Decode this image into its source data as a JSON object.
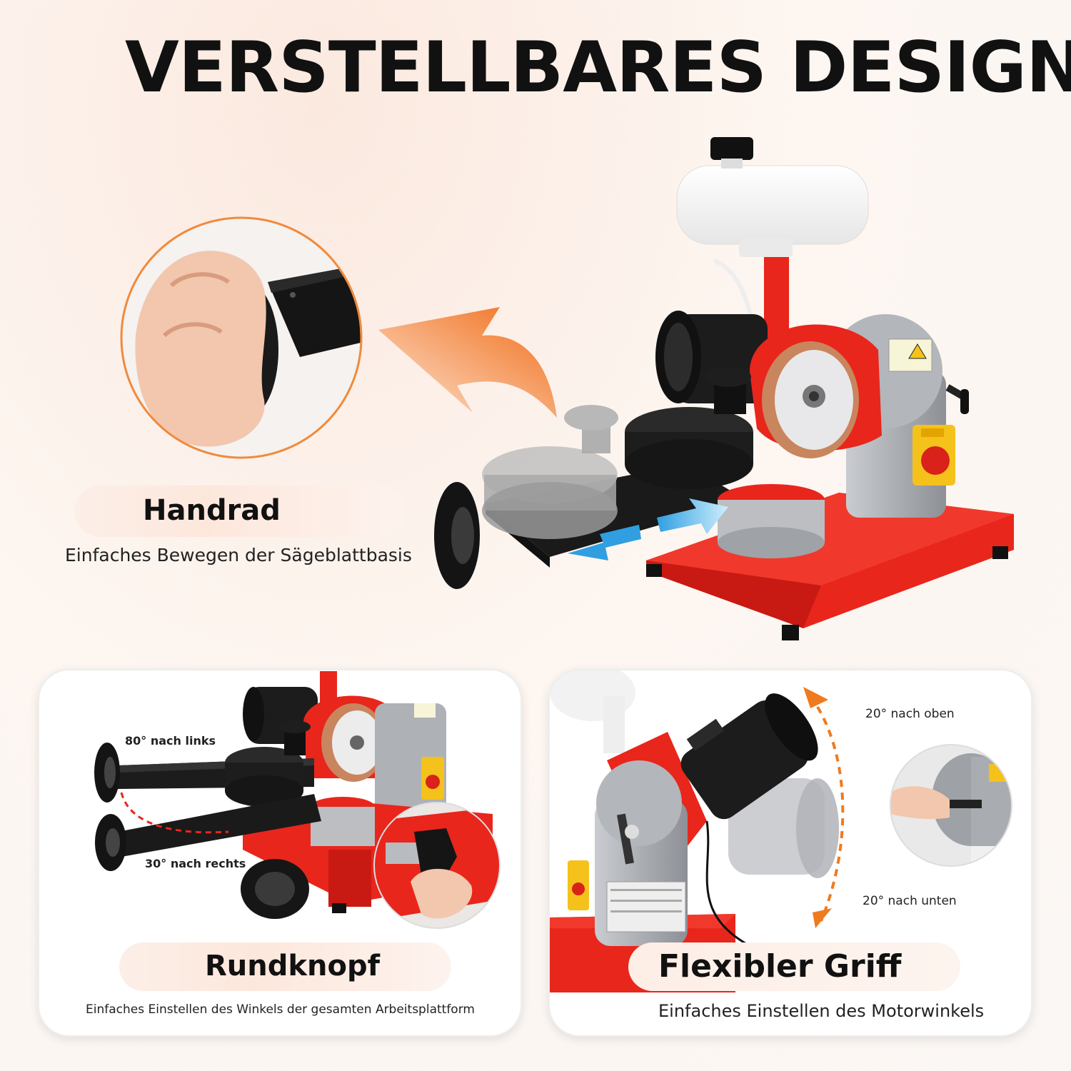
{
  "title": "VERSTELLBARES DESIGN",
  "handrad": {
    "label": "Handrad",
    "caption": "Einfaches Bewegen der Sägeblattbasis"
  },
  "rundknopf": {
    "label": "Rundknopf",
    "caption": "Einfaches Einstellen des Winkels der gesamten Arbeitsplattform",
    "angle_left": "80° nach links",
    "angle_right": "30° nach rechts"
  },
  "griff": {
    "label": "Flexibler Griff",
    "caption": "Einfaches Einstellen des Motorwinkels",
    "angle_up": "20° nach oben",
    "angle_down": "20° nach unten"
  },
  "colors": {
    "machine_red": "#e8261c",
    "machine_grey": "#a9acb1",
    "arrow_orange": "#f07a1e",
    "arrow_blue": "#3ea8e6",
    "warning_yellow": "#f4c21a"
  },
  "icons": [
    "handwheel-icon",
    "knob-icon",
    "grinding-wheel-icon",
    "tank-icon",
    "switch-icon"
  ]
}
